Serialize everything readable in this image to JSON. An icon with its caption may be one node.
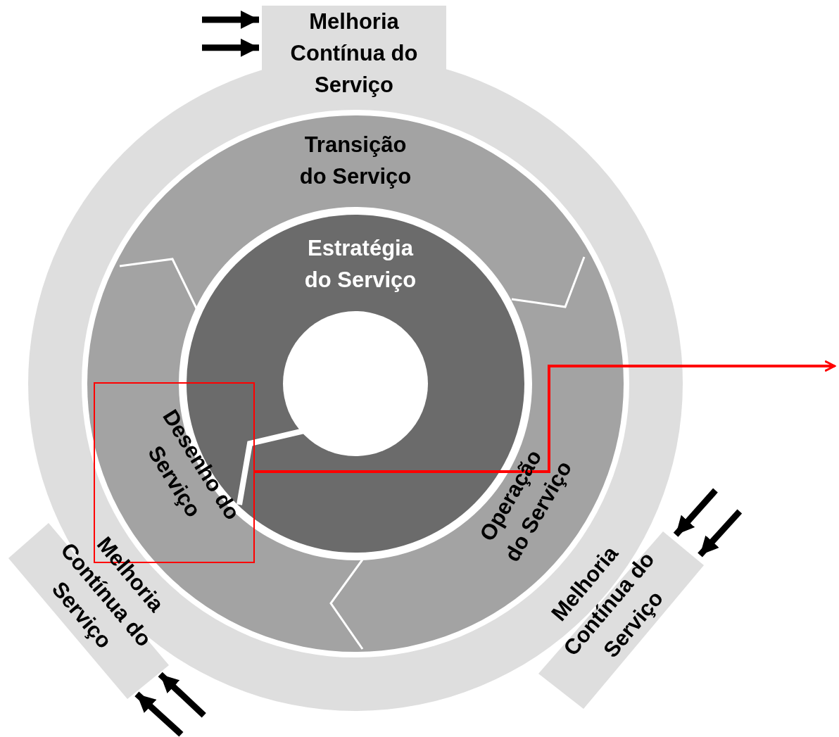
{
  "diagram": {
    "nodes": [
      {
        "text": [
          "Melhoria Contínua do Serviço"
        ]
      },
      {
        "text": [
          "Transição do Serviço"
        ]
      },
      {
        "text": [
          "Estratégia do Serviço"
        ]
      },
      {
        "text": [],
        "shape": "box"
      },
      {
        "text": [
          "Desenho do Serviço"
        ],
        "in": 3
      },
      {
        "text": [
          "Operação do Serviço"
        ]
      },
      {
        "text": [
          "Melhoria Contínua do Serviço"
        ]
      },
      {
        "text": [
          "Melhoria Contínua do Serviço"
        ]
      }
    ],
    "edges": [
      {
        "from": null,
        "to": 0,
        "arrow": "to"
      },
      {
        "from": null,
        "to": 0,
        "arrow": "to"
      },
      {
        "from": null,
        "to": 6,
        "arrow": "to"
      },
      {
        "from": null,
        "to": 6,
        "arrow": "to"
      },
      {
        "from": null,
        "to": 7,
        "arrow": "to"
      },
      {
        "from": null,
        "to": 7,
        "arrow": "to"
      },
      {
        "from": 3,
        "to": null,
        "arrow": "to",
        "color": "#ff0000"
      }
    ]
  }
}
